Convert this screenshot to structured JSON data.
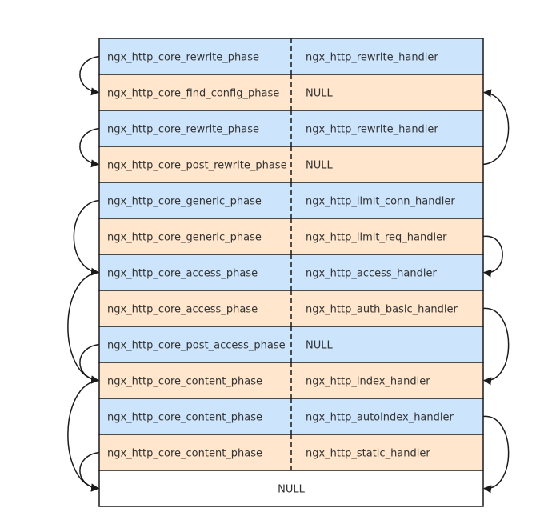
{
  "colors": {
    "blue": "#cce5fc",
    "orange": "#ffe6cc",
    "white": "#ffffff",
    "stroke": "#1a1a1a"
  },
  "rows": [
    {
      "phase": "ngx_http_core_rewrite_phase",
      "handler": "ngx_http_rewrite_handler",
      "fill": "blue"
    },
    {
      "phase": "ngx_http_core_find_config_phase",
      "handler": "NULL",
      "fill": "orange"
    },
    {
      "phase": "ngx_http_core_rewrite_phase",
      "handler": "ngx_http_rewrite_handler",
      "fill": "blue"
    },
    {
      "phase": "ngx_http_core_post_rewrite_phase",
      "handler": "NULL",
      "fill": "orange"
    },
    {
      "phase": "ngx_http_core_generic_phase",
      "handler": "ngx_http_limit_conn_handler",
      "fill": "blue"
    },
    {
      "phase": "ngx_http_core_generic_phase",
      "handler": "ngx_http_limit_req_handler",
      "fill": "orange"
    },
    {
      "phase": "ngx_http_core_access_phase",
      "handler": "ngx_http_access_handler",
      "fill": "blue"
    },
    {
      "phase": "ngx_http_core_access_phase",
      "handler": "ngx_http_auth_basic_handler",
      "fill": "orange"
    },
    {
      "phase": "ngx_http_core_post_access_phase",
      "handler": "NULL",
      "fill": "blue"
    },
    {
      "phase": "ngx_http_core_content_phase",
      "handler": "ngx_http_index_handler",
      "fill": "orange"
    },
    {
      "phase": "ngx_http_core_content_phase",
      "handler": "ngx_http_autoindex_handler",
      "fill": "blue"
    },
    {
      "phase": "ngx_http_core_content_phase",
      "handler": "ngx_http_static_handler",
      "fill": "orange"
    }
  ],
  "final_row": {
    "label": "NULL",
    "fill": "white"
  },
  "arrows": [
    {
      "from": 0,
      "to": 1,
      "side": "left"
    },
    {
      "from": 2,
      "to": 3,
      "side": "left"
    },
    {
      "from": 4,
      "to": 6,
      "side": "left"
    },
    {
      "from": 6,
      "to": 9,
      "side": "left"
    },
    {
      "from": 8,
      "to": 9,
      "side": "left"
    },
    {
      "from": 9,
      "to": 12,
      "side": "left"
    },
    {
      "from": 11,
      "to": 12,
      "side": "left"
    },
    {
      "from": 3,
      "to": 1,
      "side": "right"
    },
    {
      "from": 5,
      "to": 6,
      "side": "right"
    },
    {
      "from": 7,
      "to": 9,
      "side": "right"
    },
    {
      "from": 10,
      "to": 12,
      "side": "right"
    }
  ]
}
